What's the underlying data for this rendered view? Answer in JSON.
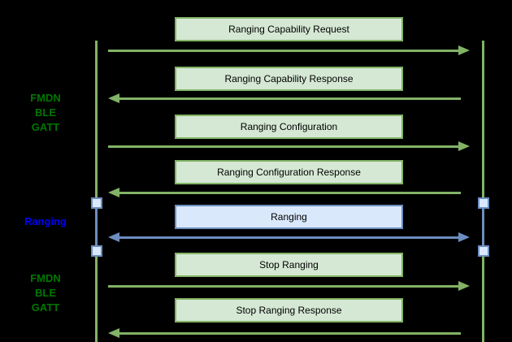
{
  "diagram": {
    "type": "sequence-diagram",
    "background": "#000000",
    "colors": {
      "green_fill": "#d5e8d4",
      "green_stroke": "#82b366",
      "blue_fill": "#dae8fc",
      "blue_stroke": "#6c8ebf",
      "side_label_green": "#007700",
      "side_label_blue": "#0000ff",
      "box_text": "#000000"
    },
    "side_labels": [
      {
        "lines": [
          "FMDN",
          "BLE",
          "GATT"
        ],
        "color": "#007700"
      },
      {
        "lines": [
          "Ranging"
        ],
        "color": "#0000ff"
      },
      {
        "lines": [
          "FMDN",
          "BLE",
          "GATT"
        ],
        "color": "#007700"
      }
    ],
    "messages": [
      {
        "label": "Ranging Capability Request",
        "direction": "right",
        "style": "green"
      },
      {
        "label": "Ranging Capability Response",
        "direction": "left",
        "style": "green"
      },
      {
        "label": "Ranging Configuration",
        "direction": "right",
        "style": "green"
      },
      {
        "label": "Ranging Configuration Response",
        "direction": "left",
        "style": "green"
      },
      {
        "label": "Ranging",
        "direction": "both",
        "style": "blue"
      },
      {
        "label": "Stop Ranging",
        "direction": "right",
        "style": "green"
      },
      {
        "label": "Stop Ranging Response",
        "direction": "left",
        "style": "green"
      }
    ]
  }
}
